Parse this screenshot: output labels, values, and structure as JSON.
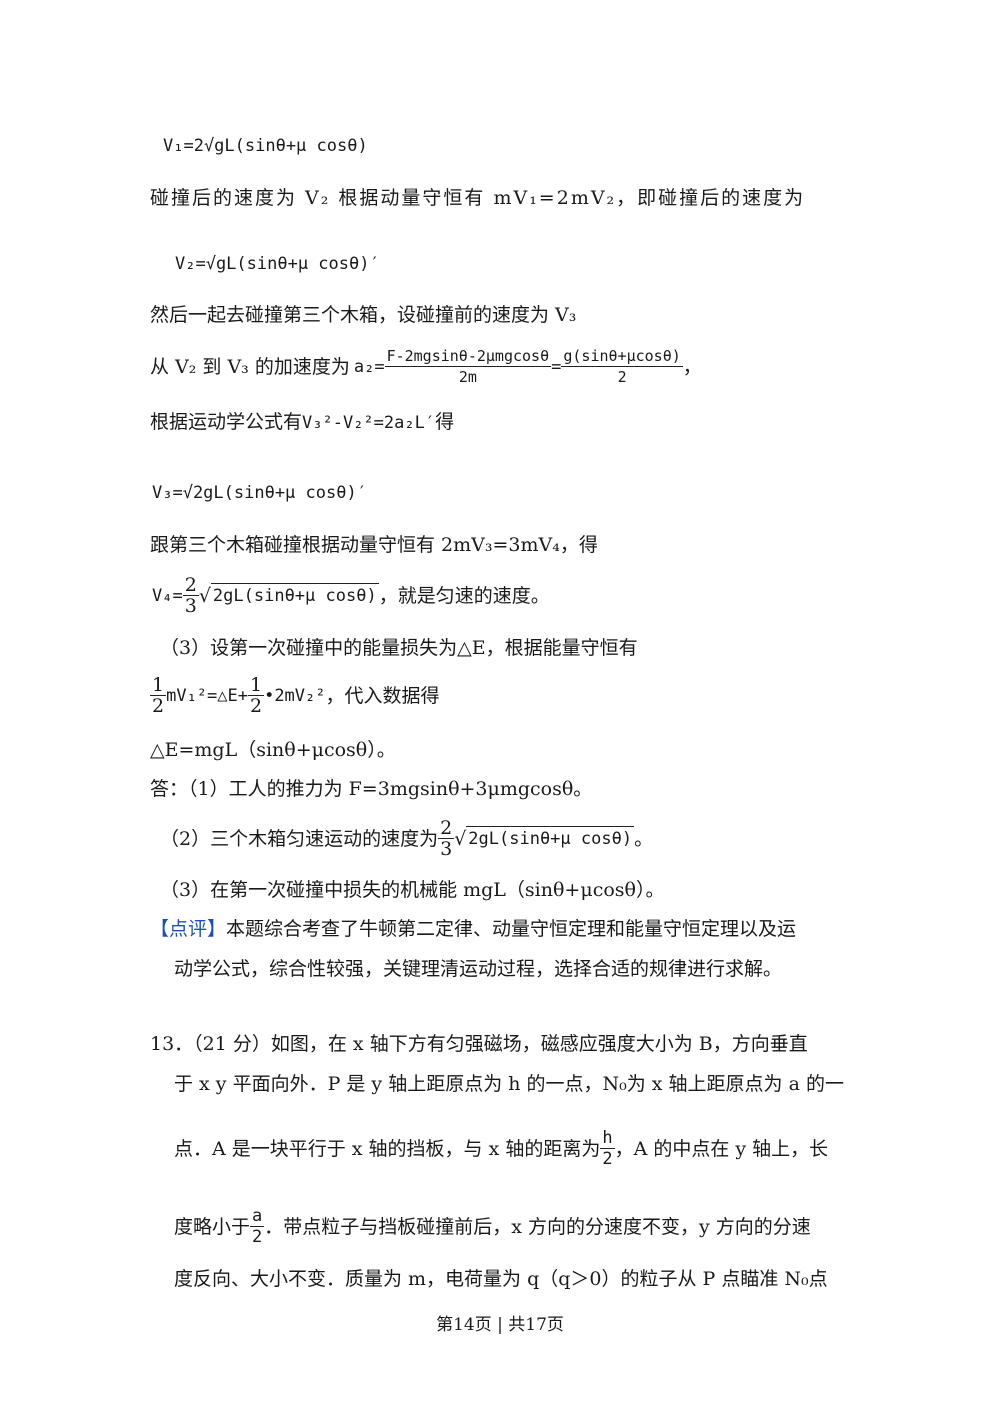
{
  "line_v1": "V₁=2√gL(sinθ+μ cosθ)",
  "line_after_collision": "碰撞后的速度为 V₂ 根据动量守恒有 mV₁=2mV₂，即碰撞后的速度为",
  "line_v2": "V₂=√gL(sinθ+μ cosθ)′",
  "line_third_box": "然后一起去碰撞第三个木箱，设碰撞前的速度为 V₃",
  "line_accel_text": "从 V₂ 到 V₃ 的加速度为",
  "line_accel_a2": "a₂=",
  "line_accel_num1": "F-2mgsinθ-2μmgcosθ",
  "line_accel_den1": "2m",
  "line_accel_num2": "g(sinθ+μcosθ)",
  "line_accel_den2": "2",
  "line_kinematics_text": "根据运动学公式有",
  "line_kinematics_formula": "V₃²-V₂²=2a₂L′",
  "line_kinematics_tail": "得",
  "line_v3": "V₃=√2gL(sinθ+μ cosθ)′",
  "line_momentum": "跟第三个木箱碰撞根据动量守恒有 2mV₃=3mV₄，得",
  "line_v4_prefix": "V₄=",
  "line_v4_frac_num": "2",
  "line_v4_frac_den": "3",
  "line_v4_root": "2gL(sinθ+μ cosθ)",
  "line_v4_tail": "，就是匀速的速度。",
  "line_part3": "（3）设第一次碰撞中的能量损失为△E，根据能量守恒有",
  "line_energy_half": "1",
  "line_energy_two": "2",
  "line_energy_mid": "mV₁²=△E+",
  "line_energy_end": "•2mV₂²",
  "line_energy_tail": "，代入数据得",
  "line_delta_e": "△E=mgL（sinθ+μcosθ）。",
  "line_answer1": "答：（1）工人的推力为 F=3mgsinθ+3μmgcosθ。",
  "line_answer2_text": "（2）三个木箱匀速运动的速度为",
  "line_answer2_num": "2",
  "line_answer2_den": "3",
  "line_answer2_root": "2gL(sinθ+μ cosθ)",
  "line_answer2_tail": "。",
  "line_answer3": "（3）在第一次碰撞中损失的机械能 mgL（sinθ+μcosθ）。",
  "comment_tag": "【点评】",
  "comment_line1": "本题综合考查了牛顿第二定律、动量守恒定理和能量守恒定理以及运",
  "comment_line2": "动学公式，综合性较强，关键理清运动过程，选择合适的规律进行求解。",
  "q13_line1": "13．（21 分）如图，在 x 轴下方有匀强磁场，磁感应强度大小为 B，方向垂直",
  "q13_line2": "于 x y 平面向外．P 是 y 轴上距原点为 h 的一点，N₀为 x 轴上距原点为 a 的一",
  "q13_line3_a": "点．A 是一块平行于 x 轴的挡板，与 x 轴的距离为",
  "q13_line3_num": "h",
  "q13_line3_den": "2",
  "q13_line3_b": "，A 的中点在 y 轴上，长",
  "q13_line4_a": "度略小于",
  "q13_line4_num": "a",
  "q13_line4_den": "2",
  "q13_line4_b": "．带点粒子与挡板碰撞前后，x 方向的分速度不变，y 方向的分速",
  "q13_line5": "度反向、大小不变．质量为 m，电荷量为 q（q＞0）的粒子从 P 点瞄准 N₀点",
  "footer": "第14页 | 共17页"
}
